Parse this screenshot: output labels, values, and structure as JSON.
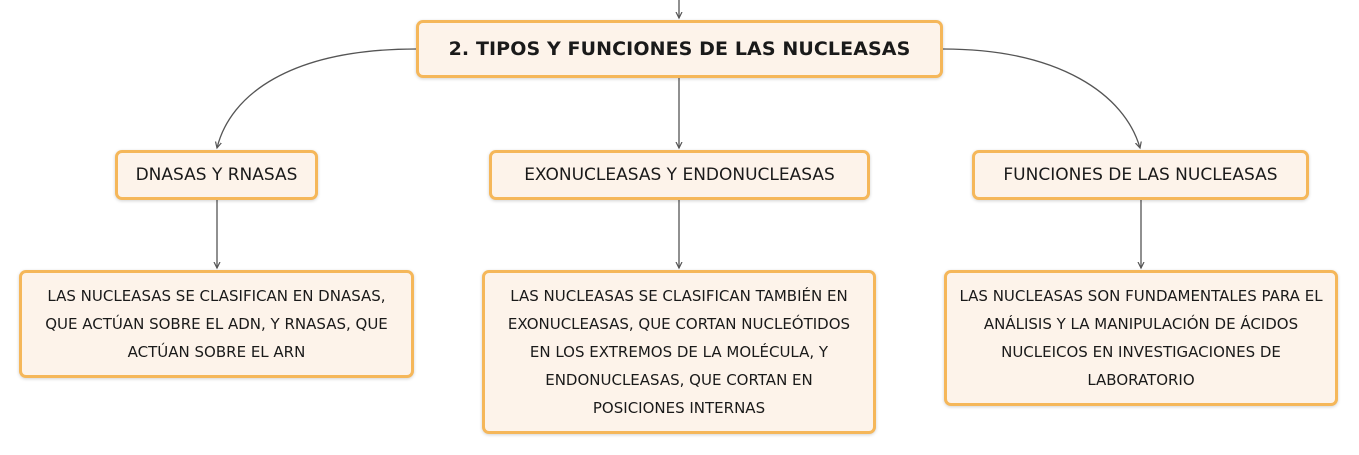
{
  "diagram": {
    "root": {
      "label": "2. TIPOS Y FUNCIONES DE LAS NUCLEASAS"
    },
    "branches": [
      {
        "label": "DNASAS Y RNASAS",
        "detail": "LAS NUCLEASAS SE CLASIFICAN EN DNASAS, QUE ACTÚAN SOBRE EL ADN, Y RNASAS, QUE ACTÚAN SOBRE EL ARN"
      },
      {
        "label": "EXONUCLEASAS Y ENDONUCLEASAS",
        "detail": "LAS NUCLEASAS SE CLASIFICAN TAMBIÉN EN EXONUCLEASAS, QUE CORTAN NUCLEÓTIDOS EN LOS EXTREMOS DE LA MOLÉCULA, Y ENDONUCLEASAS, QUE CORTAN EN POSICIONES INTERNAS"
      },
      {
        "label": "FUNCIONES DE LAS NUCLEASAS",
        "detail": "LAS NUCLEASAS SON FUNDAMENTALES PARA EL ANÁLISIS Y LA MANIPULACIÓN DE ÁCIDOS NUCLEICOS EN INVESTIGACIONES DE LABORATORIO"
      }
    ],
    "colors": {
      "node_border": "#f5b75a",
      "node_fill": "#fdf3ea",
      "connector": "#555555",
      "text": "#1a1a1a"
    }
  }
}
